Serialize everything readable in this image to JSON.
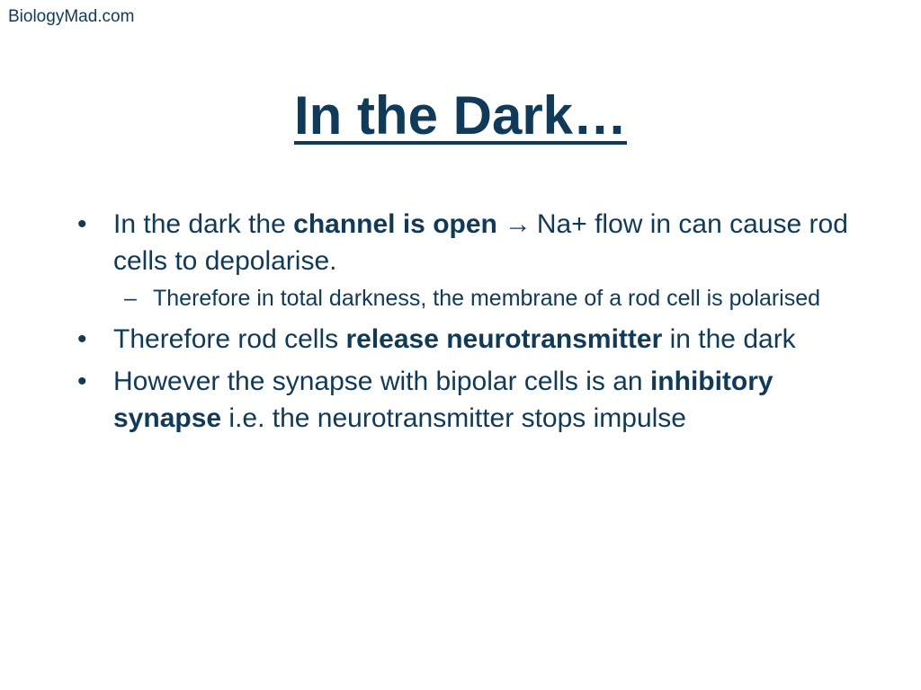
{
  "watermark": "BiologyMad.com",
  "title": "In the Dark…",
  "bullets": [
    {
      "bullet": "•",
      "pre": "In the dark the ",
      "bold": "channel is open",
      "arrow": "→",
      "post": "Na+ flow in can cause rod cells to depolarise.",
      "sub": {
        "dash": "–",
        "text": "Therefore in total darkness, the membrane of a rod cell is polarised"
      }
    },
    {
      "bullet": "•",
      "pre": "Therefore rod cells ",
      "bold": "release neurotransmitter",
      "post": " in the dark"
    },
    {
      "bullet": "•",
      "pre": "However the synapse with bipolar cells is an ",
      "bold": "inhibitory synapse",
      "post": " i.e. the neurotransmitter stops impulse"
    }
  ]
}
